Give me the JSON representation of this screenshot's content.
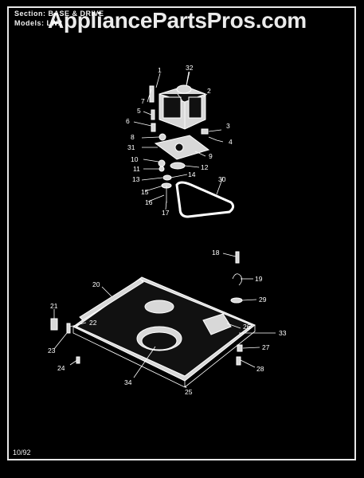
{
  "header": {
    "section_line": "Section: BASE & DRIVE",
    "model_line": "Models: LW2"
  },
  "watermark": "AppliancePartsPros.com",
  "footer": {
    "date": "10/92"
  },
  "callouts": [
    "1",
    "2",
    "3",
    "4",
    "5",
    "6",
    "7",
    "8",
    "9",
    "10",
    "11",
    "12",
    "13",
    "14",
    "15",
    "16",
    "17",
    "18",
    "19",
    "20",
    "21",
    "22",
    "23",
    "24",
    "25",
    "26",
    "27",
    "28",
    "29",
    "30",
    "31",
    "32",
    "33",
    "34"
  ]
}
